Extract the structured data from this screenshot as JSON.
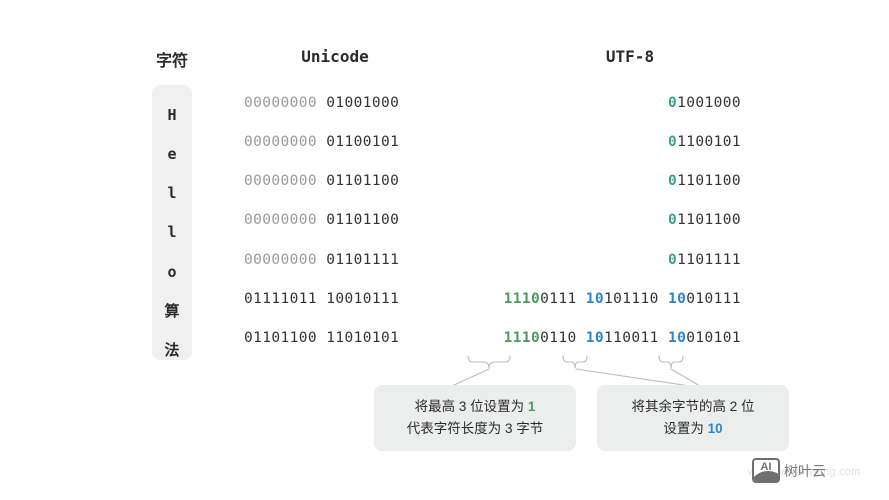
{
  "headers": {
    "character": "字符",
    "unicode": "Unicode",
    "utf8": "UTF-8"
  },
  "colors": {
    "teal": "#3ba08c",
    "green": "#4c9a5e",
    "blue": "#2a86c8",
    "dim": "#9a9a9a",
    "dark": "#333333",
    "cell_bg": "#f0f0f0",
    "callout_bg": "#eceded"
  },
  "rows": [
    {
      "char": "H",
      "unicode_bytes": [
        {
          "text": "00000000",
          "style": "dim"
        },
        {
          "text": " ",
          "style": "dim"
        },
        {
          "text": "01001000",
          "style": "dark"
        }
      ],
      "utf8_bytes": [
        {
          "text": "0",
          "style": "teal"
        },
        {
          "text": "1001000",
          "style": "dark"
        }
      ]
    },
    {
      "char": "e",
      "unicode_bytes": [
        {
          "text": "00000000",
          "style": "dim"
        },
        {
          "text": " ",
          "style": "dim"
        },
        {
          "text": "01100101",
          "style": "dark"
        }
      ],
      "utf8_bytes": [
        {
          "text": "0",
          "style": "teal"
        },
        {
          "text": "1100101",
          "style": "dark"
        }
      ]
    },
    {
      "char": "l",
      "unicode_bytes": [
        {
          "text": "00000000",
          "style": "dim"
        },
        {
          "text": " ",
          "style": "dim"
        },
        {
          "text": "01101100",
          "style": "dark"
        }
      ],
      "utf8_bytes": [
        {
          "text": "0",
          "style": "teal"
        },
        {
          "text": "1101100",
          "style": "dark"
        }
      ]
    },
    {
      "char": "l",
      "unicode_bytes": [
        {
          "text": "00000000",
          "style": "dim"
        },
        {
          "text": " ",
          "style": "dim"
        },
        {
          "text": "01101100",
          "style": "dark"
        }
      ],
      "utf8_bytes": [
        {
          "text": "0",
          "style": "teal"
        },
        {
          "text": "1101100",
          "style": "dark"
        }
      ]
    },
    {
      "char": "o",
      "unicode_bytes": [
        {
          "text": "00000000",
          "style": "dim"
        },
        {
          "text": " ",
          "style": "dim"
        },
        {
          "text": "01101111",
          "style": "dark"
        }
      ],
      "utf8_bytes": [
        {
          "text": "0",
          "style": "teal"
        },
        {
          "text": "1101111",
          "style": "dark"
        }
      ]
    },
    {
      "char": "算",
      "unicode_bytes": [
        {
          "text": "01111011",
          "style": "dark"
        },
        {
          "text": " ",
          "style": "dark"
        },
        {
          "text": "10010111",
          "style": "dark"
        }
      ],
      "utf8_bytes": [
        {
          "text": "1110",
          "style": "green"
        },
        {
          "text": "0111",
          "style": "dark"
        },
        {
          "text": " ",
          "style": "dark"
        },
        {
          "text": "10",
          "style": "blue"
        },
        {
          "text": "101110",
          "style": "dark"
        },
        {
          "text": " ",
          "style": "dark"
        },
        {
          "text": "10",
          "style": "blue"
        },
        {
          "text": "010111",
          "style": "dark"
        }
      ]
    },
    {
      "char": "法",
      "unicode_bytes": [
        {
          "text": "01101100",
          "style": "dark"
        },
        {
          "text": " ",
          "style": "dark"
        },
        {
          "text": "11010101",
          "style": "dark"
        }
      ],
      "utf8_bytes": [
        {
          "text": "1110",
          "style": "green"
        },
        {
          "text": "0110",
          "style": "dark"
        },
        {
          "text": " ",
          "style": "dark"
        },
        {
          "text": "10",
          "style": "blue"
        },
        {
          "text": "110011",
          "style": "dark"
        },
        {
          "text": " ",
          "style": "dark"
        },
        {
          "text": "10",
          "style": "blue"
        },
        {
          "text": "010101",
          "style": "dark"
        }
      ]
    }
  ],
  "callouts": [
    {
      "id": "callout-a",
      "lines": [
        [
          {
            "text": "将最高 3 位设置为 ",
            "style": "plain"
          },
          {
            "text": "1",
            "style": "green"
          }
        ],
        [
          {
            "text": "代表字符长度为 3 字节",
            "style": "plain"
          }
        ]
      ]
    },
    {
      "id": "callout-b",
      "lines": [
        [
          {
            "text": "将其余字节的高 2 位",
            "style": "plain"
          }
        ],
        [
          {
            "text": "设置为 ",
            "style": "plain"
          },
          {
            "text": "10",
            "style": "blue"
          }
        ]
      ]
    }
  ],
  "watermark": {
    "url": "www.heiyanwang.com",
    "badge_label": "AI",
    "brand": "树叶云"
  }
}
